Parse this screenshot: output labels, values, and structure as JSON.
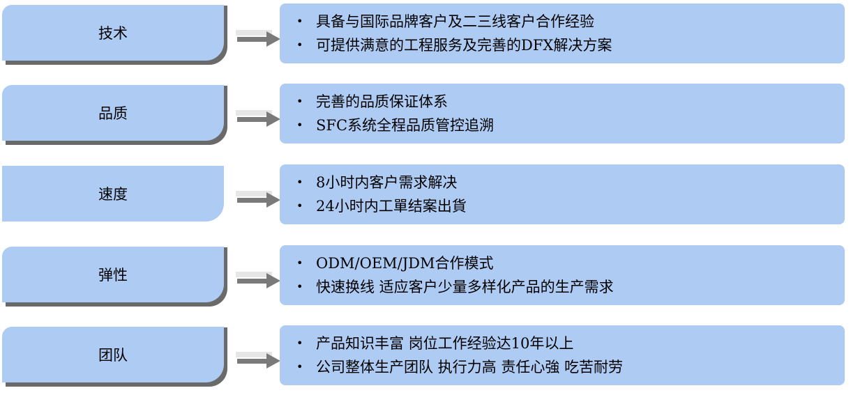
{
  "rows": [
    {
      "label": "技术",
      "bullets": [
        "具备与国际品牌客户及二三线客户合作经验",
        "可提供满意的工程服务及完善的DFX解决方案"
      ]
    },
    {
      "label": "品质",
      "bullets": [
        "完善的品质保证体系",
        "SFC系统全程品质管控追溯"
      ]
    },
    {
      "label": "速度",
      "bullets": [
        "8小时内客户需求解决",
        "24小时内工單结案出貨"
      ]
    },
    {
      "label": "弹性",
      "bullets": [
        "ODM/OEM/JDM合作模式",
        "快速换线 适应客户少量多样化产品的生产需求"
      ]
    },
    {
      "label": "团队",
      "bullets": [
        "产品知识丰富 岗位工作经验达10年以上",
        "公司整体生产团队 执行力高 责任心強 吃苦耐劳"
      ]
    }
  ],
  "bullet_symbol": "•",
  "colors": {
    "fill": "#aecbf4",
    "shadow": "#6a6a6a",
    "arrow": "#7a7a7a"
  }
}
